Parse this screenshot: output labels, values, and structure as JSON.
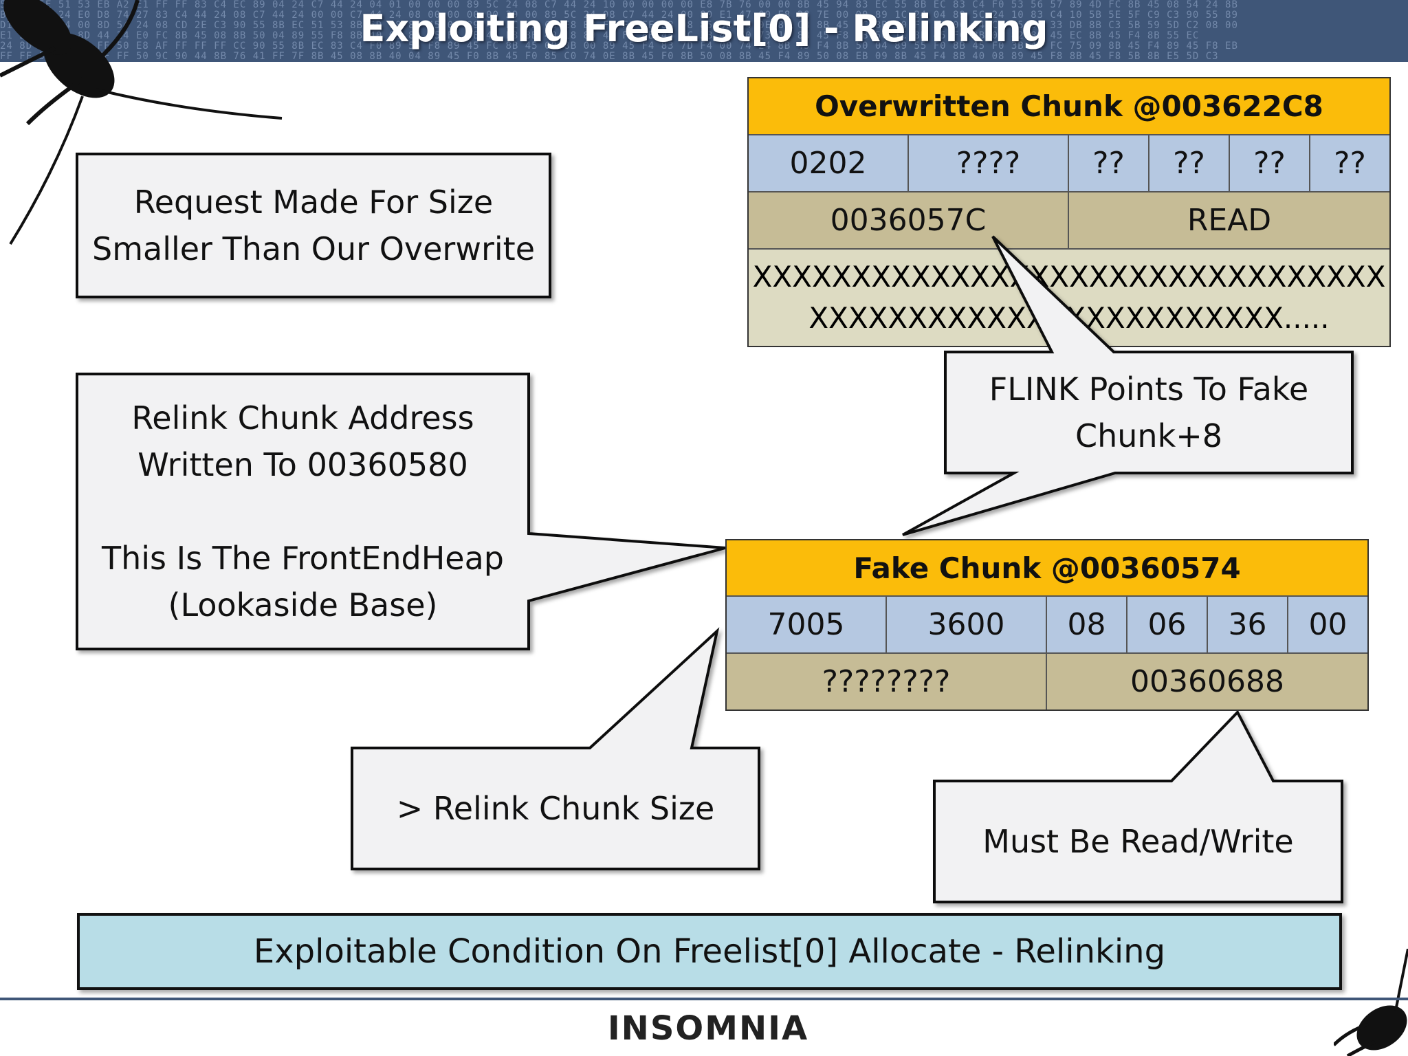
{
  "title": "Exploiting FreeList[0] - Relinking",
  "callouts": {
    "request": "Request Made For Size\nSmaller Than Our Overwrite",
    "relink_address": "Relink Chunk Address\nWritten To 00360580\n\nThis Is The FrontEndHeap\n(Lookaside Base)",
    "flink": "FLINK Points To Fake\nChunk+8",
    "size": "> Relink Chunk Size",
    "readwrite": "Must Be Read/Write"
  },
  "overwritten_chunk": {
    "title": "Overwritten Chunk @003622C8",
    "header_cells": [
      "0202",
      "????",
      "??",
      "??",
      "??",
      "??"
    ],
    "pointer_cells": [
      "0036057C",
      "READ"
    ],
    "data_lines": [
      "XXXXXXXXXXXXXXXXXXXXXXXXXXXXXXXX",
      "XXXXXXXXXXXXXXXXXXXXXXXX....."
    ]
  },
  "fake_chunk": {
    "title": "Fake Chunk @00360574",
    "header_cells": [
      "7005",
      "3600",
      "08",
      "06",
      "36",
      "00"
    ],
    "pointer_cells": [
      "????????",
      "00360688"
    ]
  },
  "banner": "Exploitable Condition On Freelist[0] Allocate - Relinking",
  "brand": "INSOMNIA",
  "hex_rows": [
    "55 6B 5E 51 53 EB A2 E1 FF FF 83 C4 EC 89 04 24 C7 44 24 04 01 00 00 00 89 5C 24 08 C7 44 24 10 00 00 00 00 E8 7B 76 00 00 8B 45 94 83 EC 55 8B EC 83 C4 F0 53 56 57 89 4D FC 8B 45 08 54 24 8B",
    "B0 83 EC 24 E0 D8 74 27 83 C4 44 24 08 C7 44 24 00 00 C7 44 24 08 00 00 00 00 39 00 89 5C 24 08 C7 44 24 00 80 E1 47 00 E8 28 7E 00 00 89 1C 24 04 89 5C 24 10 83 C4 10 5B 5E 5F C9 C3 90 55 89",
    "D1 8B 54 24 00 8D 54 24 08 CD 2E C3 90 55 8B EC 51 53 8B 5D 08 8B 45 0C 89 45 FC 8B C3 E8 B8 FF FF FF 8B D8 85 DB 74 0E 8B CB 8B 45 FC 8B 10 FF 52 0C 84 C0 75 03 33 DB 8B C3 5B 59 5D C2 08 00",
    "E1 55 8B EC 8D 44 24 E0 FC 8B 45 08 8B 50 04 89 55 F8 8B 40 08 89 45 F4 8B 45 F8 8B 40 18 89 45 F0 8B 45 FC 3B 45 F0 73 1D 8B 45 F8 8B 50 1C 8B 45 FC 8B 04 82 89 45 EC 8B 45 F4 8B 55 EC",
    "24 8D 56 8B 84 FF 50 E8 AF FF FF FF CC 90 55 8B EC 83 C4 F0 89 55 F8 89 45 FC 8B 45 08 8B 00 89 45 F4 83 7D F4 00 74 24 8B 45 F4 8B 50 04 89 55 F0 8B 45 F0 3B 45 FC 75 09 8B 45 F4 89 45 F8 EB",
    "FF FF 50 8B 4F EF FF 50 9C 90 44 8B 76 41 FF 7F 8B 45 08 8B 40 04 89 45 F0 8B 45 F0 85 C0 74 0E 8B 45 F0 8B 50 08 8B 45 F4 89 50 08 EB 09 8B 45 F4 8B 40 08 89 45 F8 8B 45 F8 5B 8B E5 5D C3"
  ]
}
